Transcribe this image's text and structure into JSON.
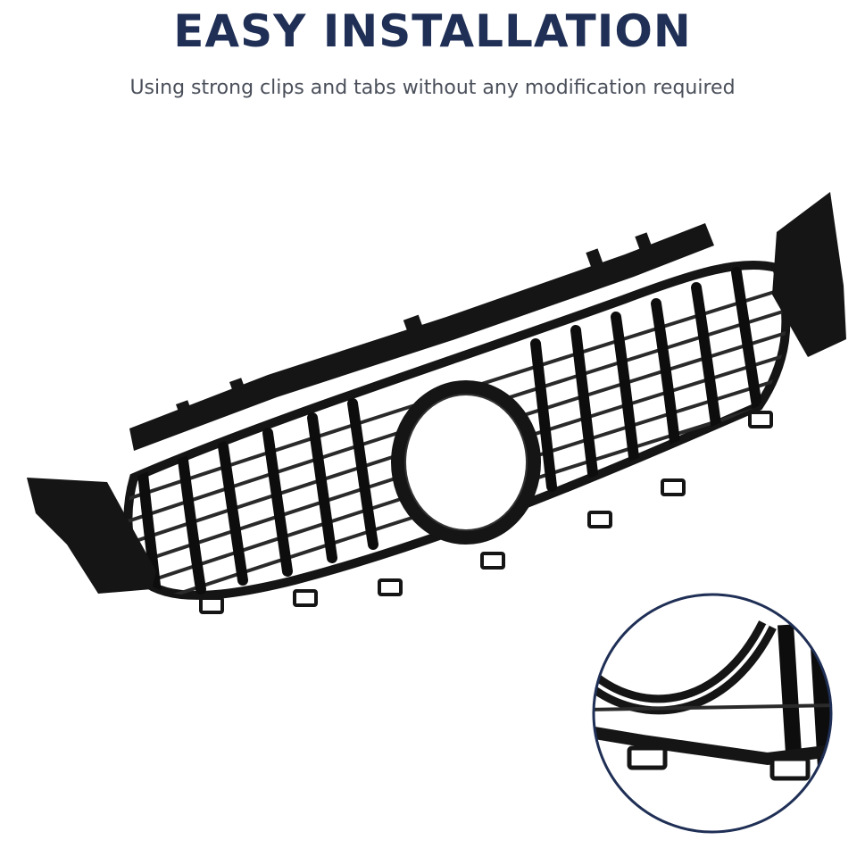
{
  "header": {
    "title": "EASY INSTALLATION",
    "subtitle": "Using strong clips and tabs without any modification required"
  },
  "colors": {
    "title": "#1f2f55",
    "subtitle": "#4a4f5a",
    "grille": "#111111",
    "zoom_ring": "#1f2f55"
  },
  "images": {
    "main_product": "black-front-grille",
    "detail_view": "clip-tab-closeup"
  }
}
